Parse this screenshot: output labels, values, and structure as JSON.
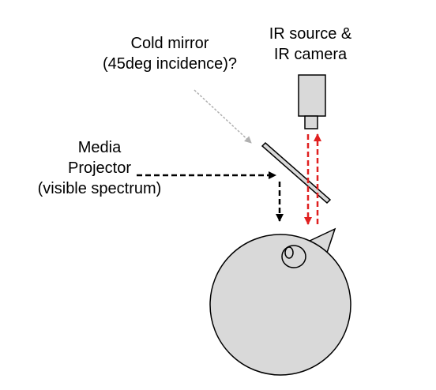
{
  "labels": {
    "cold_mirror": [
      "Cold mirror",
      "(45deg incidence)?"
    ],
    "ir_source": [
      "IR source &",
      "IR camera"
    ],
    "projector": [
      "Media",
      "Projector",
      "(visible spectrum)"
    ]
  },
  "colors": {
    "component_fill": "#d9d9d9",
    "outline": "#000000",
    "ir_beam": "#e02020",
    "visible_beam": "#000000",
    "pointer_line": "#b0b0b0"
  }
}
